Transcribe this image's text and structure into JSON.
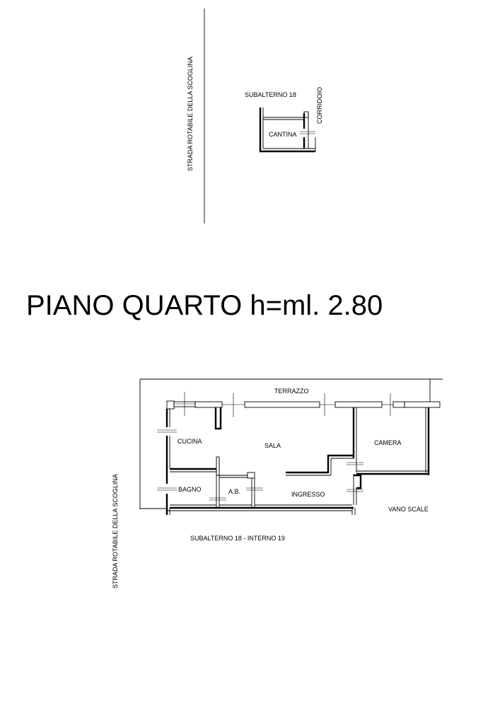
{
  "top": {
    "street_label": "STRADA ROTABILE DELLA SCOGLINA",
    "subalterno_label": "SUBALTERNO 18",
    "corridor_label": "CORRIDOIO",
    "cantina_label": "CANTINA"
  },
  "title": "PIANO QUARTO h=ml. 2.80",
  "plan": {
    "street_label": "STRADA ROTABILE DELLA SCOGLINA",
    "rooms": {
      "terrazzo": "TERRAZZO",
      "cucina": "CUCINA",
      "sala": "SALA",
      "camera": "CAMERA",
      "bagno": "BAGNO",
      "ab": "A.B.",
      "ingresso": "INGRESSO",
      "vano_scale": "VANO SCALE"
    },
    "caption": "SUBALTERNO 18 - INTERNO 19"
  }
}
